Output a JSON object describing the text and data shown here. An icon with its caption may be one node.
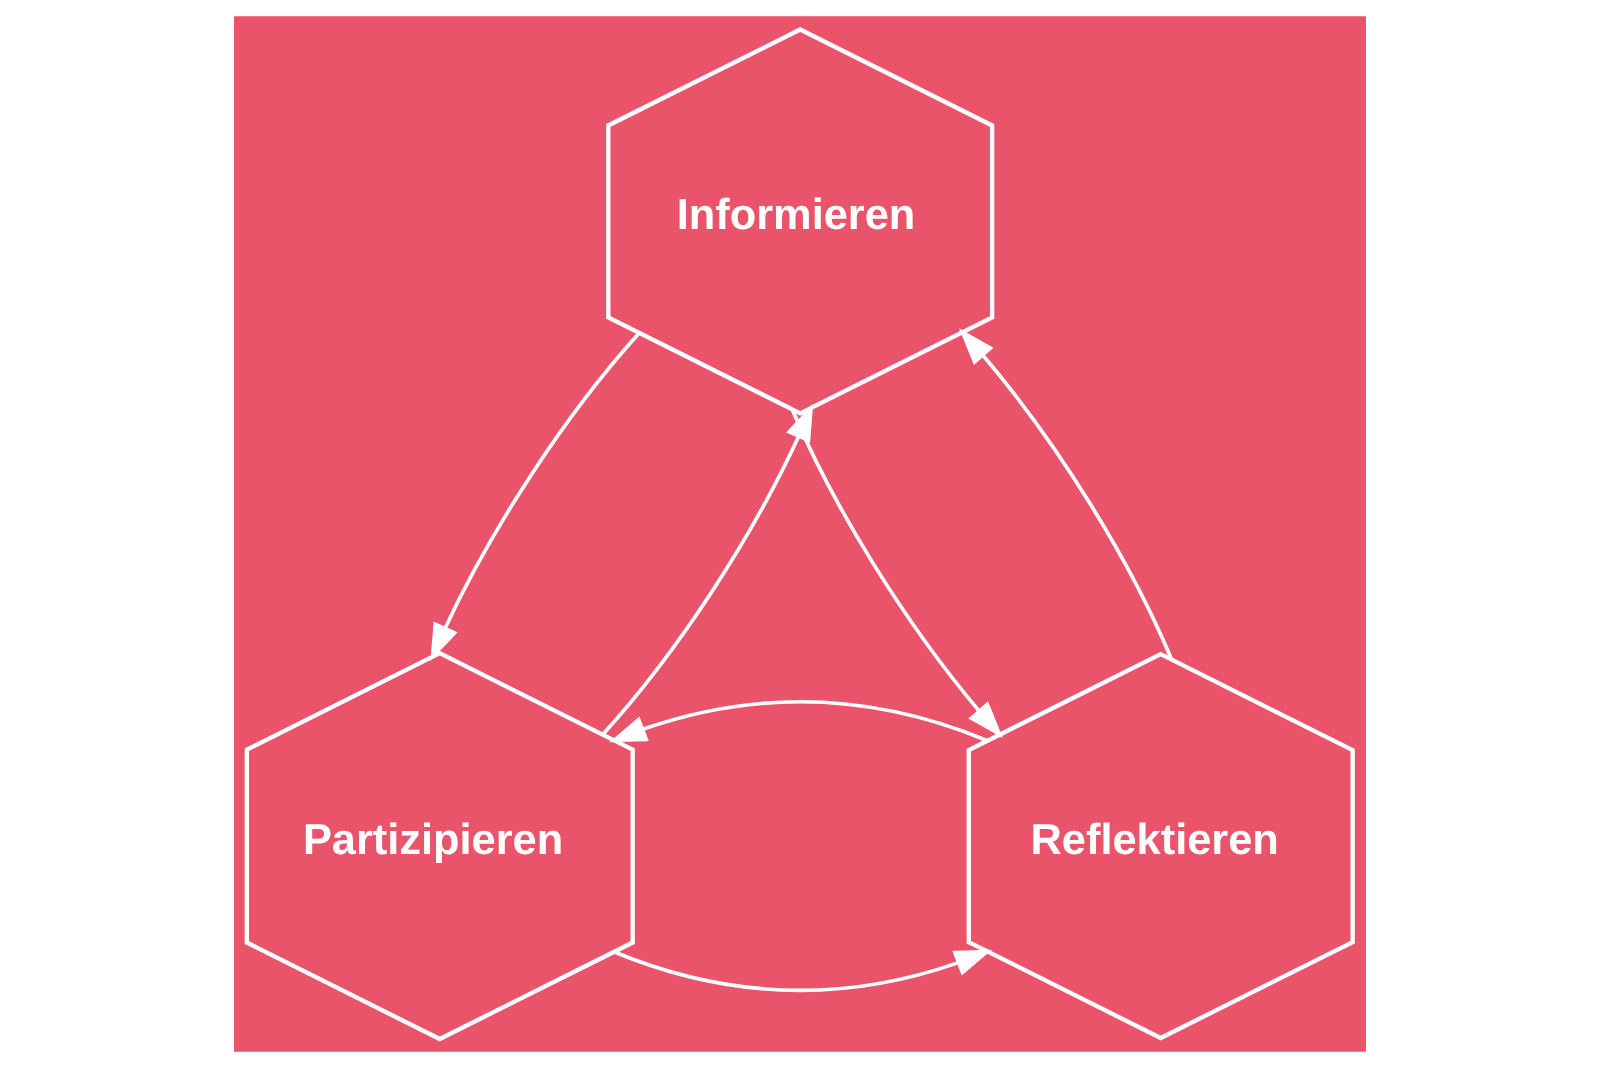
{
  "diagram": {
    "nodes": [
      {
        "text": [
          "Informieren"
        ]
      },
      {
        "text": [
          "Partizipieren"
        ]
      },
      {
        "text": [
          "Reflektieren"
        ]
      }
    ],
    "edges": [
      {
        "from": 1,
        "to": 0,
        "arrow": "to"
      },
      {
        "from": 0,
        "to": 1,
        "arrow": "to"
      },
      {
        "from": 2,
        "to": 0,
        "arrow": "to"
      },
      {
        "from": 0,
        "to": 2,
        "arrow": "to"
      },
      {
        "from": 1,
        "to": 2,
        "arrow": "to"
      },
      {
        "from": 2,
        "to": 1,
        "arrow": "to"
      }
    ]
  }
}
